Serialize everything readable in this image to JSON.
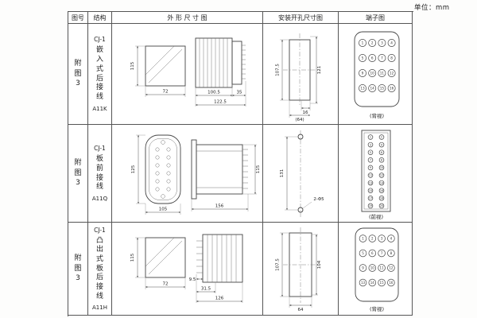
{
  "page": {
    "unit": "单位：mm"
  },
  "table": {
    "headers": {
      "fig": "图号",
      "structure": "结构",
      "outline": "外 形 尺 寸 图",
      "mounting": "安装开孔尺寸图",
      "terminal": "端子图"
    },
    "rows": [
      {
        "fig": "附图3",
        "structure": {
          "model": "CJ-1",
          "desc": "嵌入式后接线",
          "code": "A11K"
        },
        "outline": {
          "height": "115",
          "width": "72",
          "depth_body": "100.5",
          "depth_rear": "35",
          "depth_total": "122.5"
        },
        "mounting": {
          "height": "107.5",
          "height2": "121",
          "notch": "16",
          "width": "(64)"
        },
        "terminal": {
          "view": "(背视)",
          "numbers": [
            "1",
            "2",
            "3",
            "4",
            "5",
            "6",
            "7",
            "8",
            "9",
            "10",
            "11",
            "12",
            "13",
            "14",
            "15",
            "16"
          ]
        }
      },
      {
        "fig": "附图3",
        "structure": {
          "model": "CJ-1",
          "desc": "板前接线",
          "code": "A11Q"
        },
        "outline": {
          "height": "125",
          "width": "105",
          "depth_total": "156",
          "side_height": "115"
        },
        "mounting": {
          "height": "131",
          "holes": "2-Φ5"
        },
        "terminal": {
          "view": "(前视)",
          "numbers": [
            "1",
            "2",
            "3",
            "4",
            "5",
            "6",
            "7",
            "8",
            "9",
            "10",
            "11",
            "12",
            "13",
            "14",
            "15",
            "16",
            "17",
            "18",
            "19",
            "20"
          ]
        }
      },
      {
        "fig": "附图3",
        "structure": {
          "model": "CJ-1",
          "desc": "凸出式板后接线",
          "code": "A11H"
        },
        "outline": {
          "height": "115",
          "width": "72",
          "pin_len": "9.5",
          "pin_depth": "31.5",
          "depth_total": "126"
        },
        "mounting": {
          "height": "107.5",
          "height2": "104",
          "width": "64"
        },
        "terminal": {
          "view": "(背视)",
          "numbers": [
            "1",
            "2",
            "3",
            "4",
            "5",
            "6",
            "7",
            "8",
            "9",
            "10",
            "11",
            "12",
            "13",
            "14",
            "15",
            "16"
          ]
        }
      }
    ]
  }
}
